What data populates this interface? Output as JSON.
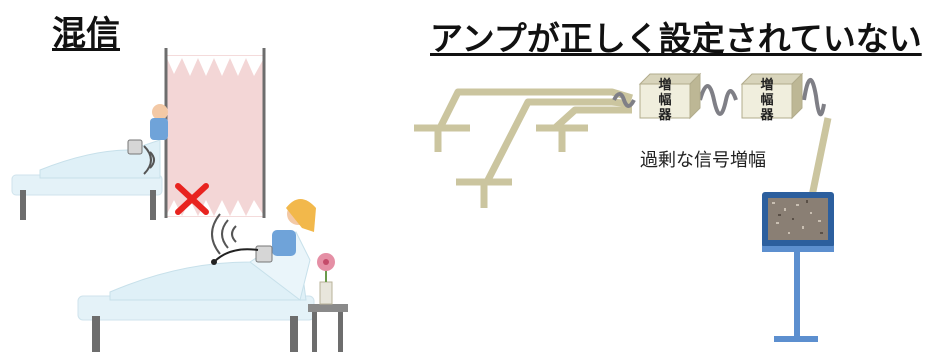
{
  "left_panel": {
    "title": "混信"
  },
  "right_panel": {
    "title": "アンプが正しく設定されていない",
    "amplifier_1_label": "増幅器",
    "amplifier_2_label": "増幅器",
    "caption": "過剰な信号増幅"
  },
  "colors": {
    "curtain": "#f3d6d6",
    "bed": "#dff0f7",
    "cable": "#cbc59f",
    "monitor_stand": "#5c8fcf",
    "x_mark": "#e8231f"
  }
}
